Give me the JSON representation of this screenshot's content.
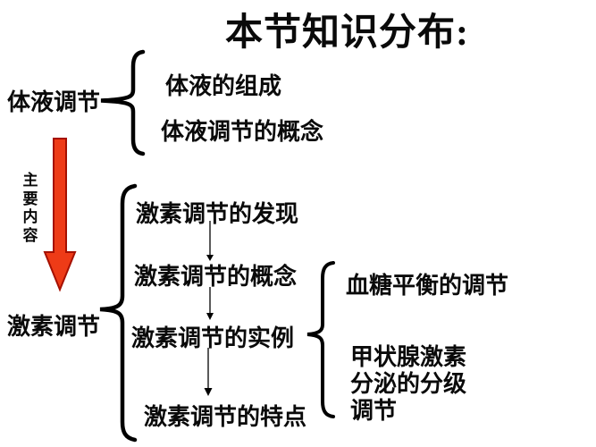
{
  "slide": {
    "title": "本节知识分布:"
  },
  "humoral": {
    "label": "体液调节",
    "children": [
      "体液的组成",
      "体液调节的概念"
    ]
  },
  "main_content": {
    "label": "主要内容"
  },
  "hormonal": {
    "label": "激素调节",
    "children": [
      "激素调节的发现",
      "激素调节的概念",
      "激素调节的实例",
      "激素调节的特点"
    ]
  },
  "examples": {
    "blood_sugar": "血糖平衡的调节",
    "thyroid_lines": [
      "甲状腺激素",
      "分泌的分级",
      "调节"
    ]
  },
  "colors": {
    "arrow_fill": "#ee3b17",
    "arrow_stroke": "#a51000",
    "text": "#0a0a0a",
    "background": "#ffffff"
  }
}
